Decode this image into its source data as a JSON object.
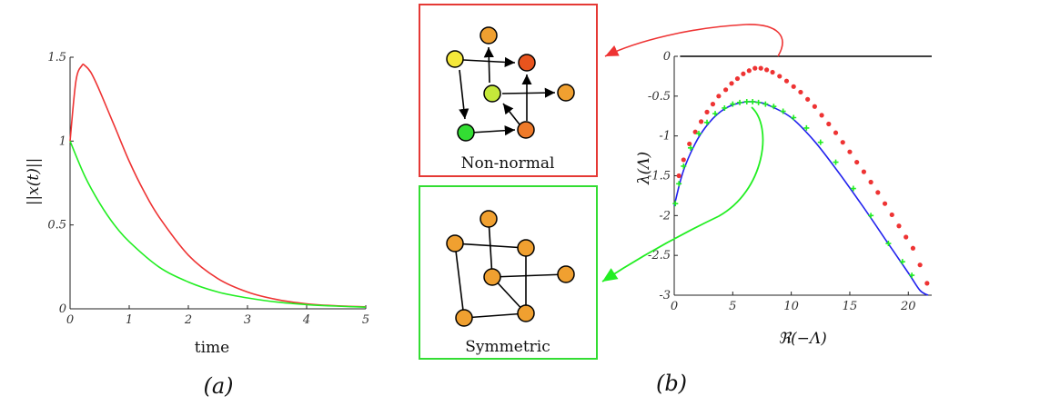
{
  "panel_labels": {
    "a": "(a)",
    "b": "(b)"
  },
  "network_boxes": {
    "nonnormal": {
      "caption": "Non-normal",
      "border_color": "#e53935"
    },
    "symmetric": {
      "caption": "Symmetric",
      "border_color": "#33dd33"
    }
  },
  "colors": {
    "red": "#ee3333",
    "green": "#22ee22",
    "blue": "#2222ee",
    "black": "#000000",
    "node_orange": "#f0a030"
  },
  "chart_data": [
    {
      "type": "line",
      "xlabel": "time",
      "ylabel": "||x(t)||",
      "xlim": [
        0,
        5
      ],
      "ylim": [
        0,
        1.5
      ],
      "xticks": [
        "0",
        "1",
        "2",
        "3",
        "4",
        "5"
      ],
      "yticks": [
        "0",
        "0.5",
        "1",
        "1.5"
      ],
      "grid": false,
      "series": [
        {
          "color": "#ee3333",
          "x": [
            0,
            0.1,
            0.2,
            0.25,
            0.35,
            0.5,
            0.75,
            1,
            1.25,
            1.5,
            2,
            2.5,
            3,
            3.5,
            4,
            4.5,
            5
          ],
          "y": [
            1.0,
            1.36,
            1.45,
            1.45,
            1.41,
            1.3,
            1.09,
            0.88,
            0.7,
            0.55,
            0.32,
            0.18,
            0.1,
            0.055,
            0.03,
            0.018,
            0.012
          ]
        },
        {
          "color": "#22ee22",
          "x": [
            0,
            0.25,
            0.5,
            0.75,
            1,
            1.5,
            2,
            2.5,
            3,
            3.5,
            4,
            4.5,
            5
          ],
          "y": [
            1.0,
            0.79,
            0.63,
            0.5,
            0.4,
            0.25,
            0.16,
            0.1,
            0.065,
            0.04,
            0.025,
            0.016,
            0.01
          ]
        }
      ]
    },
    {
      "type": "scatter",
      "xlabel": "ℜ(−Λ)",
      "ylabel": "λ(Λ)",
      "xlim": [
        0,
        22
      ],
      "ylim": [
        -3,
        0
      ],
      "xticks": [
        "0",
        "5",
        "10",
        "15",
        "20"
      ],
      "yticks": [
        "0",
        "-0.5",
        "-1",
        "-1.5",
        "-2",
        "-2.5",
        "-3"
      ],
      "grid": false,
      "series": [
        {
          "type": "line",
          "color": "#000000",
          "x": [
            0.5,
            22
          ],
          "y": [
            0,
            0
          ]
        },
        {
          "type": "line",
          "color": "#2222ee",
          "x": [
            0,
            0.5,
            1,
            2,
            3,
            4,
            5,
            6,
            6.5,
            7,
            8,
            10,
            12,
            14,
            16,
            18,
            20,
            21,
            21.7
          ],
          "y": [
            -1.88,
            -1.58,
            -1.35,
            -1.04,
            -0.83,
            -0.69,
            -0.61,
            -0.575,
            -0.57,
            -0.575,
            -0.61,
            -0.77,
            -1.07,
            -1.45,
            -1.86,
            -2.29,
            -2.72,
            -2.94,
            -3.0
          ]
        },
        {
          "type": "scatter",
          "marker": "dot",
          "color": "#ee3333",
          "x": [
            0.4,
            0.8,
            1.3,
            1.8,
            2.3,
            2.8,
            3.3,
            3.8,
            4.4,
            4.9,
            5.4,
            5.9,
            6.4,
            6.9,
            7.4,
            7.9,
            8.4,
            9.0,
            9.6,
            10.2,
            10.8,
            11.4,
            12.0,
            12.6,
            13.2,
            13.8,
            14.4,
            15.0,
            15.6,
            16.2,
            16.8,
            17.4,
            18.0,
            18.6,
            19.2,
            19.8,
            20.4,
            21.0,
            21.6
          ],
          "y": [
            -1.5,
            -1.3,
            -1.1,
            -0.95,
            -0.82,
            -0.7,
            -0.6,
            -0.5,
            -0.42,
            -0.34,
            -0.28,
            -0.22,
            -0.18,
            -0.15,
            -0.15,
            -0.17,
            -0.2,
            -0.25,
            -0.31,
            -0.38,
            -0.45,
            -0.54,
            -0.63,
            -0.74,
            -0.85,
            -0.96,
            -1.08,
            -1.2,
            -1.33,
            -1.45,
            -1.58,
            -1.71,
            -1.85,
            -1.99,
            -2.13,
            -2.27,
            -2.41,
            -2.62,
            -2.85
          ]
        },
        {
          "type": "scatter",
          "marker": "plus",
          "color": "#22ee22",
          "x": [
            0.1,
            0.4,
            0.8,
            1.4,
            2.1,
            2.8,
            3.5,
            4.3,
            5.0,
            5.6,
            6.2,
            6.7,
            7.2,
            7.8,
            8.5,
            9.3,
            10.2,
            11.3,
            12.5,
            13.8,
            15.3,
            16.8,
            18.3,
            19.5,
            20.3
          ],
          "y": [
            -1.85,
            -1.6,
            -1.38,
            -1.15,
            -0.97,
            -0.83,
            -0.72,
            -0.65,
            -0.6,
            -0.58,
            -0.57,
            -0.57,
            -0.58,
            -0.6,
            -0.63,
            -0.69,
            -0.77,
            -0.9,
            -1.08,
            -1.33,
            -1.66,
            -2.0,
            -2.35,
            -2.58,
            -2.75
          ]
        }
      ]
    }
  ]
}
